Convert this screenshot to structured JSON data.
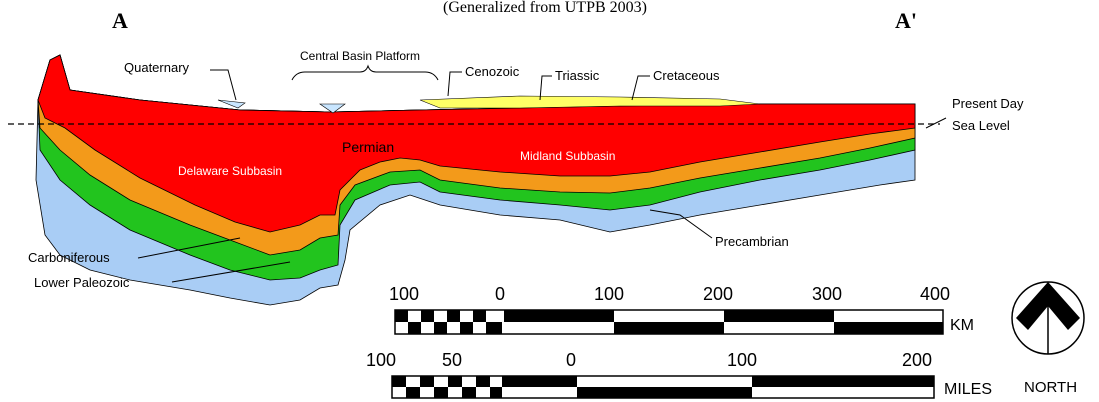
{
  "title": "(Generalized from UTPB 2003)",
  "section_start": "A",
  "section_end": "A'",
  "labels": {
    "quaternary": "Quaternary",
    "central_basin_platform": "Central Basin Platform",
    "cenozoic": "Cenozoic",
    "triassic": "Triassic",
    "cretaceous": "Cretaceous",
    "present_day": "Present Day",
    "sea_level": "Sea Level",
    "delaware_subbasin": "Delaware Subbasin",
    "permian": "Permian",
    "midland_subbasin": "Midland Subbasin",
    "precambrian": "Precambrian",
    "carboniferous": "Carboniferous",
    "lower_paleozoic": "Lower Paleozoic"
  },
  "scale_km": {
    "unit": "KM",
    "ticks": [
      "100",
      "0",
      "100",
      "200",
      "300",
      "400"
    ]
  },
  "scale_miles": {
    "unit": "MILES",
    "ticks": [
      "100",
      "50",
      "0",
      "100",
      "200"
    ]
  },
  "north": "NORTH",
  "colors": {
    "permian": "#ff0000",
    "carboniferous": "#f39a1a",
    "lower_paleozoic": "#22c41e",
    "precambrian": "#a9cdf5",
    "cretaceous": "#ffff66",
    "quaternary": "#c9e6ff"
  }
}
